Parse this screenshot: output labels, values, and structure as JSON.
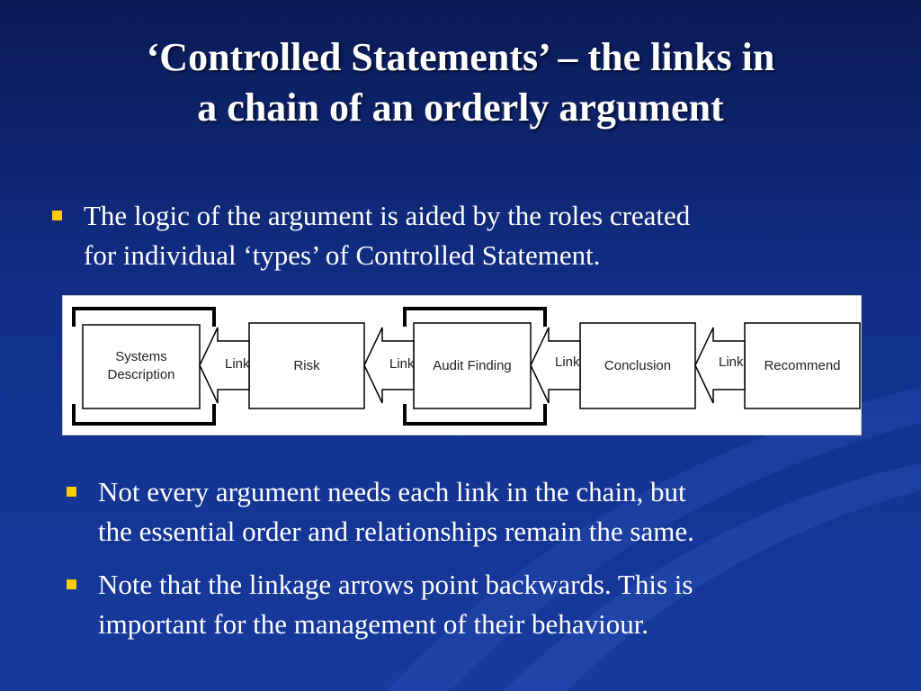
{
  "slide": {
    "title_line1": "‘Controlled Statements’ – the links in",
    "title_line2": "a chain of an orderly argument",
    "bullets": [
      {
        "line1": "The logic of the argument is aided by the roles created",
        "line2": "for individual ‘types’ of Controlled Statement."
      },
      {
        "line1": "Not every argument needs each link in the chain, but",
        "line2": "the essential order and relationships remain the same."
      },
      {
        "line1": "Note that the linkage arrows point backwards. This is",
        "line2": "important for the management of their behaviour."
      }
    ]
  },
  "diagram": {
    "nodes": [
      {
        "line1": "Systems",
        "line2": "Description"
      },
      {
        "line1": "Risk",
        "line2": ""
      },
      {
        "line1": "Audit Finding",
        "line2": ""
      },
      {
        "line1": "Conclusion",
        "line2": ""
      },
      {
        "line1": "Recommend",
        "line2": ""
      }
    ],
    "links": [
      "Link",
      "Link",
      "Link",
      "Link"
    ]
  },
  "colors": {
    "background_top": "#0a1a55",
    "background_bottom": "#173a9e",
    "title_text": "#ffffff",
    "bullet_marker": "#ffcc00",
    "diagram_background": "#ffffff"
  }
}
